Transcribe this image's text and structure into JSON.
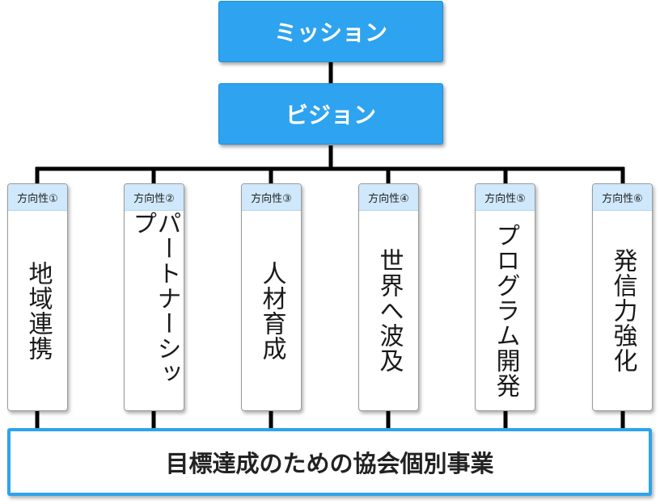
{
  "mission": {
    "label": "ミッション"
  },
  "vision": {
    "label": "ビジョン"
  },
  "directions": [
    {
      "tag": "方向性①",
      "text": "地域連携"
    },
    {
      "tag": "方向性②",
      "text": "パートナーシップ"
    },
    {
      "tag": "方向性③",
      "text": "人材育成"
    },
    {
      "tag": "方向性④",
      "text": "世界へ波及"
    },
    {
      "tag": "方向性⑤",
      "text": "プログラム開発"
    },
    {
      "tag": "方向性⑥",
      "text": "発信力強化"
    }
  ],
  "foundation": {
    "label": "目標達成のための協会個別事業"
  },
  "colors": {
    "accent": "#2ea3ef",
    "tag_background": "#cfe8fb",
    "connector": "#000000"
  }
}
